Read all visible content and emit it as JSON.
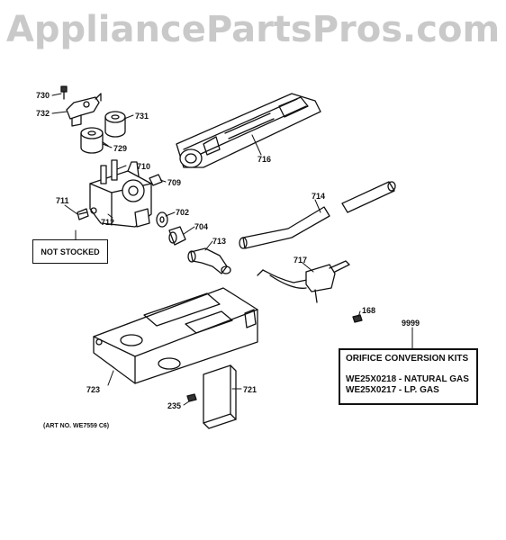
{
  "watermark": "AppliancePartsPros.com",
  "parts": [
    {
      "id": "p730",
      "label": "730"
    },
    {
      "id": "p732",
      "label": "732"
    },
    {
      "id": "p731",
      "label": "731"
    },
    {
      "id": "p729",
      "label": "729"
    },
    {
      "id": "p710",
      "label": "710"
    },
    {
      "id": "p709",
      "label": "709"
    },
    {
      "id": "p716",
      "label": "716"
    },
    {
      "id": "p711",
      "label": "711"
    },
    {
      "id": "p712",
      "label": "712"
    },
    {
      "id": "p702",
      "label": "702"
    },
    {
      "id": "p704",
      "label": "704"
    },
    {
      "id": "p713",
      "label": "713"
    },
    {
      "id": "p714",
      "label": "714"
    },
    {
      "id": "p717",
      "label": "717"
    },
    {
      "id": "p168",
      "label": "168"
    },
    {
      "id": "p9999",
      "label": "9999"
    },
    {
      "id": "p723",
      "label": "723"
    },
    {
      "id": "p721",
      "label": "721"
    },
    {
      "id": "p235",
      "label": "235"
    }
  ],
  "not_stocked": "NOT STOCKED",
  "kit": {
    "title": "ORIFICE CONVERSION KITS",
    "line1": "WE25X0218 - NATURAL GAS",
    "line2": "WE25X0217 - LP. GAS"
  },
  "art_no": "(ART NO. WE7559 C6)"
}
